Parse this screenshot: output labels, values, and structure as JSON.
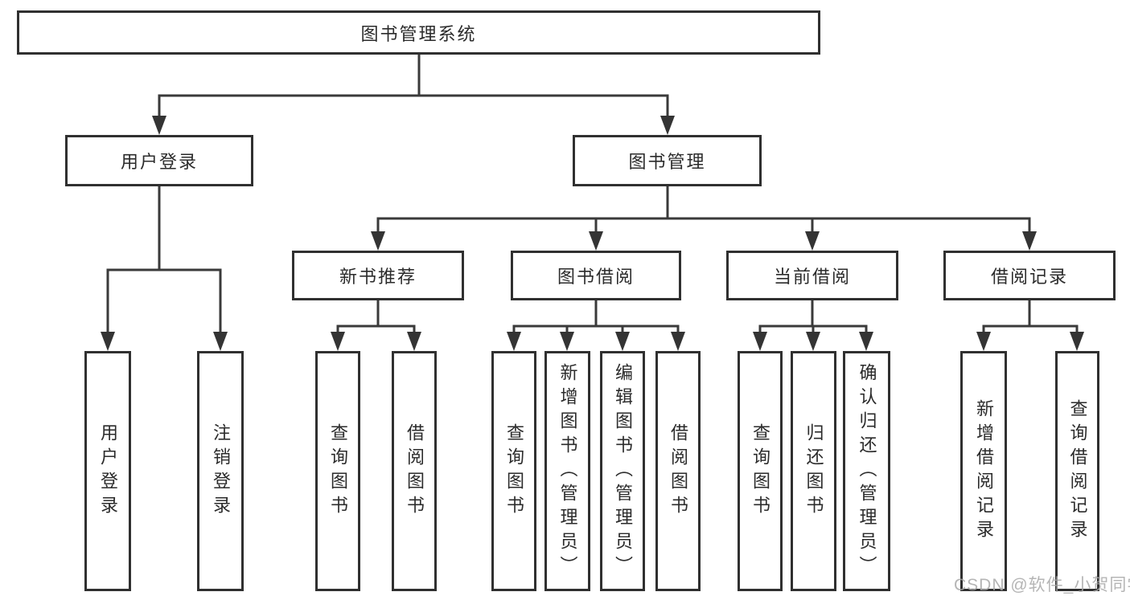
{
  "tree": {
    "root": {
      "label": "图书管理系统"
    },
    "branches": [
      {
        "label": "用户登录",
        "leaves": [
          {
            "label": "用户登录"
          },
          {
            "label": "注销登录"
          }
        ]
      },
      {
        "label": "图书管理",
        "sections": [
          {
            "label": "新书推荐",
            "leaves": [
              {
                "label": "查询图书"
              },
              {
                "label": "借阅图书"
              }
            ]
          },
          {
            "label": "图书借阅",
            "leaves": [
              {
                "label": "查询图书"
              },
              {
                "label": "新增图书（管理员）"
              },
              {
                "label": "编辑图书（管理员）"
              },
              {
                "label": "借阅图书"
              }
            ]
          },
          {
            "label": "当前借阅",
            "leaves": [
              {
                "label": "查询图书"
              },
              {
                "label": "归还图书"
              },
              {
                "label": "确认归还（管理员）"
              }
            ]
          },
          {
            "label": "借阅记录",
            "leaves": [
              {
                "label": "新增借阅记录"
              },
              {
                "label": "查询借阅记录"
              }
            ]
          }
        ]
      }
    ]
  },
  "watermark": {
    "text": "CSDN @软件_小贺同学"
  },
  "colors": {
    "background": "#ffffff",
    "line": "#3a3a3a",
    "box_border": "#303030",
    "text": "#2b2b2b",
    "watermark": "#a8a8a8"
  }
}
